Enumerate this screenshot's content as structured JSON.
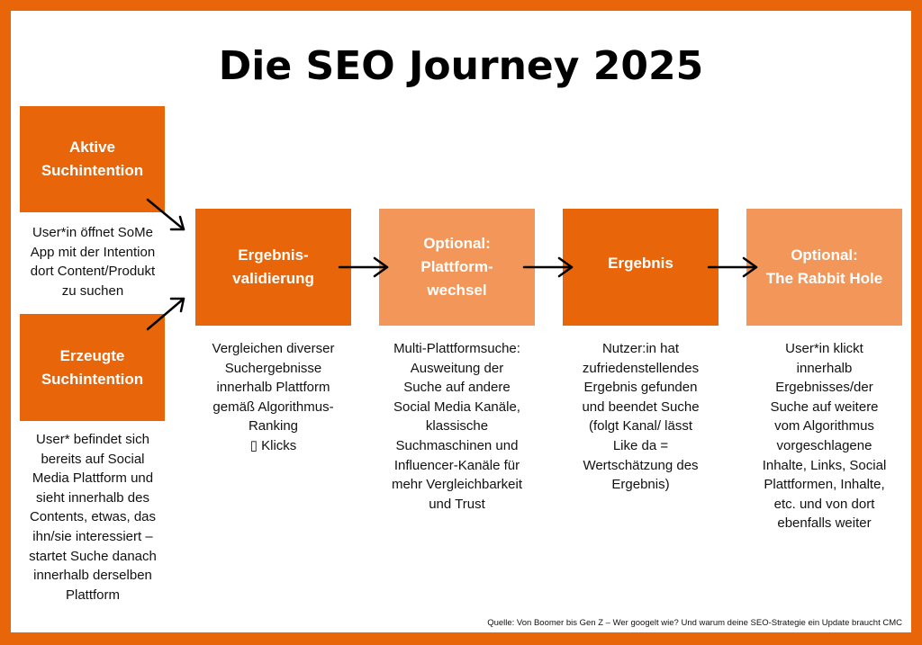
{
  "title": "Die SEO Journey 2025",
  "boxes": {
    "aktive": "Aktive\nSuchintention",
    "erzeugte": "Erzeugte\nSuchintention",
    "validierung": "Ergebnis-\nvalidierung",
    "plattformwechsel": "Optional:\nPlattform-\nwechsel",
    "ergebnis": "Ergebnis",
    "rabbit": "Optional:\nThe Rabbit Hole"
  },
  "descriptions": {
    "aktive": "User*in öffnet SoMe\nApp mit der Intention\ndort Content/Produkt\nzu suchen",
    "erzeugte": "User* befindet sich\nbereits auf Social\nMedia Plattform und\nsieht innerhalb des\nContents, etwas, das\nihn/sie interessiert –\nstartet Suche danach\ninnerhalb derselben\nPlattform",
    "validierung": "Vergleichen diverser\nSuchergebnisse\ninnerhalb Plattform\ngemäß Algorithmus-\nRanking\n▯ Klicks",
    "plattformwechsel": "Multi-Plattformsuche:\nAusweitung der\nSuche auf andere\nSocial Media Kanäle,\nklassische\nSuchmaschinen und\nInfluencer-Kanäle für\nmehr Vergleichbarkeit\nund Trust",
    "ergebnis": "Nutzer:in hat\nzufriedenstellendes\nErgebnis gefunden\nund beendet Suche\n(folgt Kanal/ lässt\nLike da =\nWertschätzung des\nErgebnis)",
    "rabbit": "User*in klickt\ninnerhalb\nErgebnisses/der\nSuche auf weitere\nvom Algorithmus\nvorgeschlagene\nInhalte, Links, Social\nPlattformen, Inhalte,\netc. und von dort\nebenfalls weiter"
  },
  "source": "Quelle: Von Boomer bis Gen Z – Wer googelt wie? Und warum deine SEO-Strategie ein Update braucht CMC",
  "colors": {
    "dark": "#E8650A",
    "light": "#F2965A"
  }
}
